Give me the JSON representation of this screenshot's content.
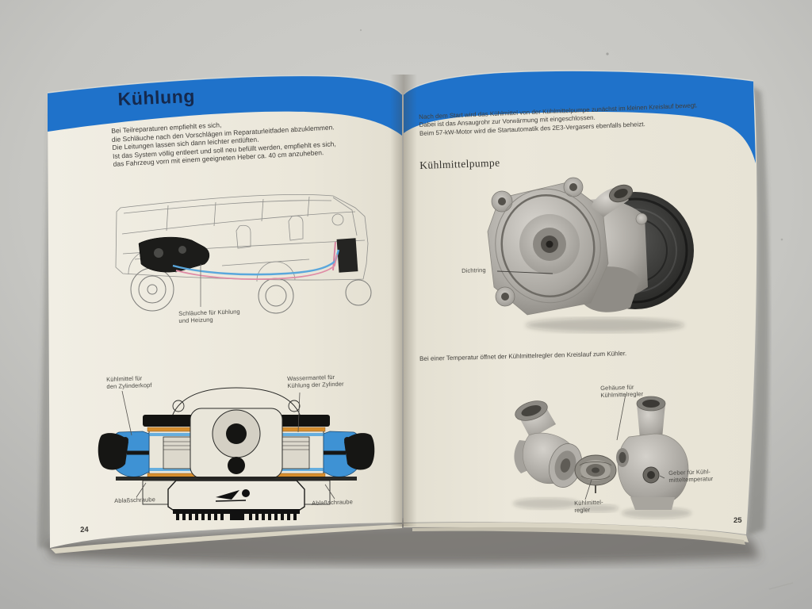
{
  "photo": {
    "description": "open workshop booklet on grey surface",
    "band_color": "#1f72ca",
    "page_color": "#ece8dc",
    "background_color": "#c6c6c2"
  },
  "left_page": {
    "page_number": "24",
    "chapter_title": "Kühlung",
    "intro_lines": [
      "Bei Teilreparaturen empfiehlt es sich,",
      "die Schläuche nach den Vorschlägen im Reparaturleitfaden abzuklemmen.",
      "Die Leitungen lassen sich dann leichter entlüften.",
      "Ist das System völlig entleert und soll neu befüllt werden, empfiehlt es sich,",
      "das Fahrzeug vorn mit einem geeigneten Heber ca. 40 cm anzuheben."
    ],
    "van_figure": {
      "hose_label_line1": "Schläuche für Kühlung",
      "hose_label_line2": "und Heizung"
    },
    "engine_figure": {
      "coolant_head_label_line1": "Kühlmittel für",
      "coolant_head_label_line2": "den Zylinderkopf",
      "water_jacket_label_line1": "Wassermantel für",
      "water_jacket_label_line2": "Kühlung der Zylinder",
      "drain_plug_left_label": "Ablaßschraube",
      "drain_plug_right_label": "Ablaßschraube"
    }
  },
  "right_page": {
    "page_number": "25",
    "intro_lines": [
      "Nach dem Start wird das Kühlmittel von der Kühlmittelpumpe zunächst im kleinen Kreislauf bewegt.",
      "Dabei ist das Ansaugrohr zur Vorwärmung mit eingeschlossen.",
      "Beim 57-kW-Motor wird die Startautomatik des 2E3-Vergasers ebenfalls beheizt."
    ],
    "pump_heading": "Kühlmittelpumpe",
    "pump_figure": {
      "seal_ring_label": "Dichtring"
    },
    "regulator_text": "Bei einer Temperatur öffnet der Kühlmittelregler den Kreislauf zum Kühler.",
    "thermostat_figure": {
      "housing_label_line1": "Gehäuse für",
      "housing_label_line2": "Kühlmittelregler",
      "sender_label_line1": "Geber für Kühl-",
      "sender_label_line2": "mitteltemperatur",
      "regulator_label_line1": "Kühlmittel-",
      "regulator_label_line2": "regler"
    }
  }
}
